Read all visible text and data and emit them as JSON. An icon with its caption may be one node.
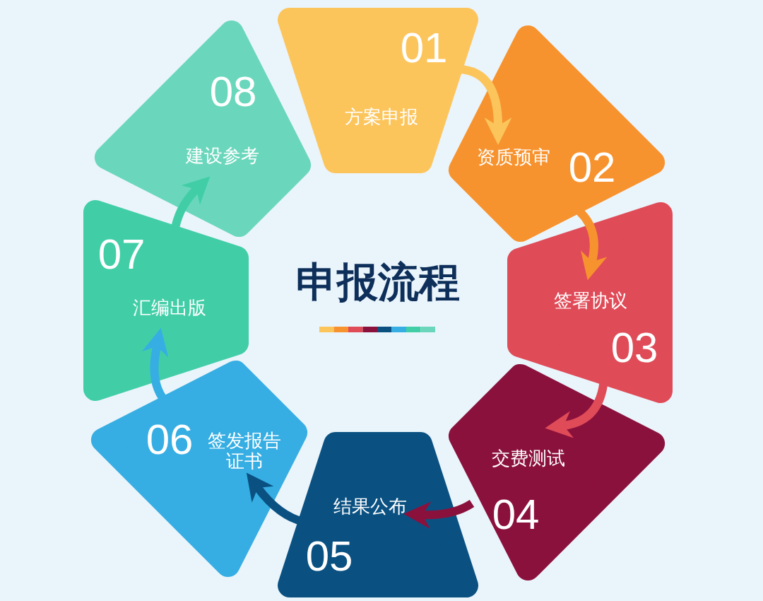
{
  "diagram": {
    "title": "申报流程",
    "nodes": [
      {
        "text": [
          "01",
          "方案申报"
        ]
      },
      {
        "text": [
          "资质预审",
          "02"
        ]
      },
      {
        "text": [
          "签署协议",
          "03"
        ]
      },
      {
        "text": [
          "交费测试",
          "04"
        ]
      },
      {
        "text": [
          "结果公布",
          "05"
        ]
      },
      {
        "text": [
          "06",
          "签发报告证书"
        ]
      },
      {
        "text": [
          "07",
          "汇编出版"
        ]
      },
      {
        "text": [
          "08",
          "建设参考"
        ]
      }
    ],
    "edges": [
      {
        "from": 0,
        "to": 1,
        "arrow": "to",
        "color": "#fcc55c"
      },
      {
        "from": 1,
        "to": 2,
        "arrow": "to",
        "color": "#f7932e"
      },
      {
        "from": 2,
        "to": 3,
        "arrow": "to",
        "color": "#e04b58"
      },
      {
        "from": 3,
        "to": 4,
        "arrow": "to",
        "color": "#8b113d"
      },
      {
        "from": 4,
        "to": 5,
        "arrow": "to",
        "color": "#0a5182"
      },
      {
        "from": 5,
        "to": 6,
        "arrow": "to",
        "color": "#36aee3"
      },
      {
        "from": 6,
        "to": 7,
        "arrow": "to",
        "color": "#41cea7"
      }
    ]
  }
}
